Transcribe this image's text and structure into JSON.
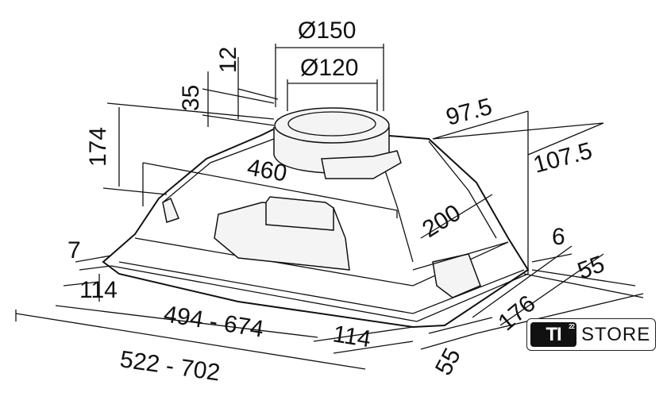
{
  "dimensions": {
    "dia_outer": "Ø150",
    "dia_inner": "Ø120",
    "collar_12": "12",
    "collar_35": "35",
    "height_174": "174",
    "depth_460": "460",
    "offset_97_5": "97.5",
    "offset_107_5": "107.5",
    "width_200": "200",
    "edge_7": "7",
    "edge_6": "6",
    "side_55_right": "55",
    "inset_114_left": "114",
    "width_range_inner": "494 - 674",
    "inset_114_right": "114",
    "depth_176": "176",
    "side_55_bottom": "55",
    "width_range_outer": "522 - 702"
  },
  "logo": {
    "brand": "TI",
    "superscript": "22",
    "word": "STORE"
  }
}
